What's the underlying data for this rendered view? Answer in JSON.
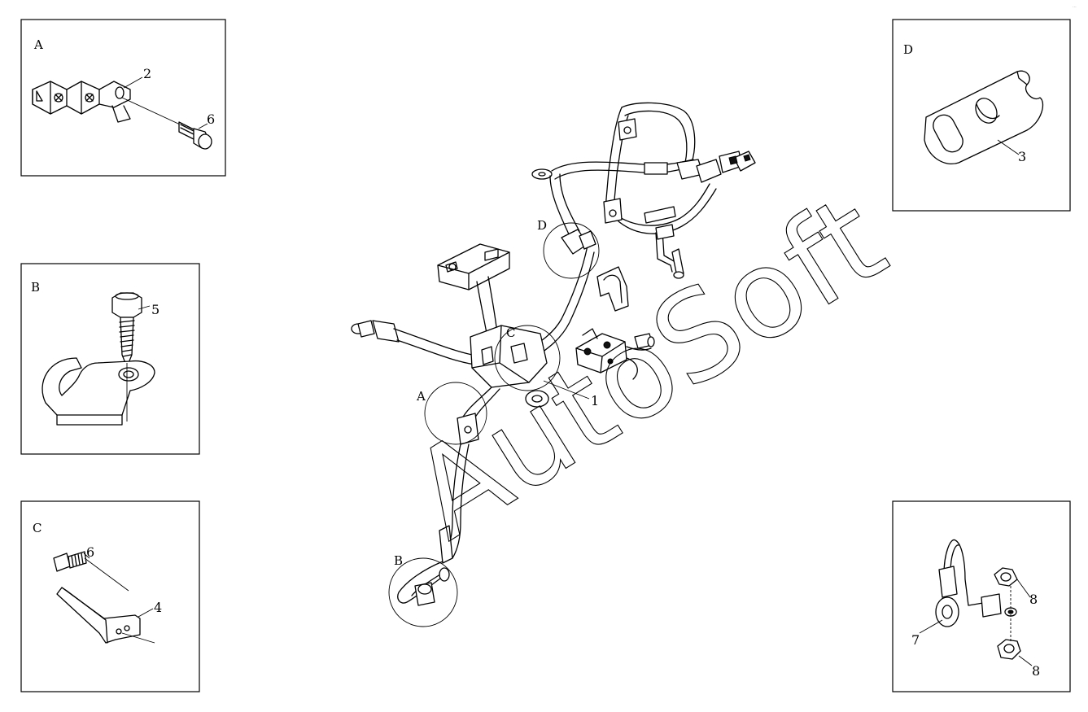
{
  "panels": {
    "a": {
      "label": "A",
      "callouts": [
        "2",
        "6"
      ]
    },
    "b": {
      "label": "B",
      "callouts": [
        "5"
      ]
    },
    "c": {
      "label": "C",
      "callouts": [
        "6",
        "4"
      ]
    },
    "d": {
      "label": "D",
      "callouts": [
        "3"
      ]
    },
    "e": {
      "label": "",
      "callouts": [
        "8",
        "7",
        "8"
      ]
    }
  },
  "main": {
    "detail_markers": [
      "A",
      "B",
      "C",
      "D"
    ],
    "callout": "1"
  },
  "watermark": "AutoSoft",
  "corner_mark": "···"
}
